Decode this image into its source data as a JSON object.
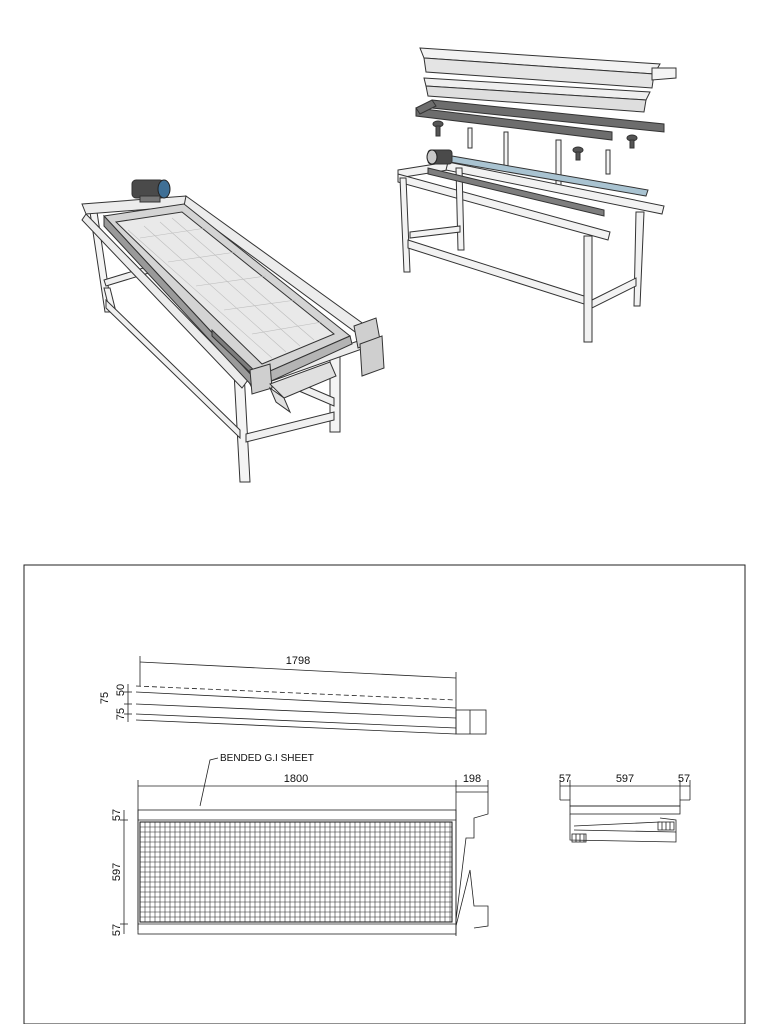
{
  "drawing": {
    "labels": {
      "top_length": "1798",
      "top_d1": "75",
      "top_d2": "50",
      "top_d3": "75",
      "sheet_note": "BENDED G.I SHEET",
      "plan_length": "1800",
      "plan_ext": "198",
      "plan_top": "57",
      "plan_width": "597",
      "plan_bottom": "57",
      "end_left": "57",
      "end_mid": "597",
      "end_right": "57"
    }
  }
}
